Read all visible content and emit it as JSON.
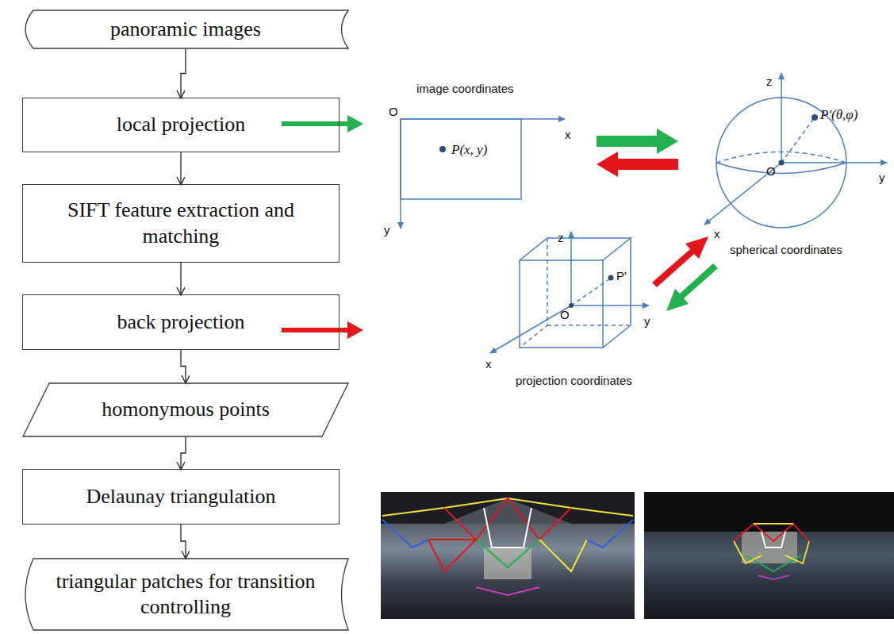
{
  "diagram": {
    "nodes": [
      {
        "text": [
          "panoramic images"
        ]
      },
      {
        "text": [
          "local projection"
        ]
      },
      {
        "text": [
          "SIFT feature extraction and matching"
        ]
      },
      {
        "text": [
          "back projection"
        ]
      },
      {
        "text": [
          "homonymous points"
        ]
      },
      {
        "text": [
          "Delaunay triangulation"
        ]
      },
      {
        "text": [
          "triangular patches for transition controlling"
        ]
      }
    ],
    "edges": [
      {
        "from": 0,
        "to": 1,
        "arrow": "to"
      },
      {
        "from": 1,
        "to": 2,
        "arrow": "to"
      },
      {
        "from": 2,
        "to": 3,
        "arrow": "to"
      },
      {
        "from": 3,
        "to": 4,
        "arrow": "to"
      },
      {
        "from": 4,
        "to": 5,
        "arrow": "to"
      },
      {
        "from": 5,
        "to": 6,
        "arrow": "to"
      }
    ],
    "labels": [
      "image coordinates",
      "O",
      "x",
      "y",
      "P(x, y)",
      "z",
      "O",
      "y",
      "x",
      "P'(θ,φ)",
      "spherical coordinates",
      "z",
      "O",
      "y",
      "x",
      "P'",
      "projection coordinates"
    ]
  }
}
